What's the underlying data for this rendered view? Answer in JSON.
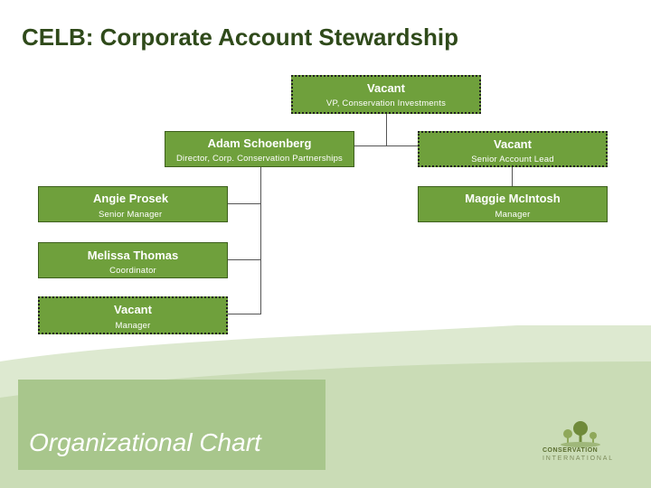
{
  "slide": {
    "title": "CELB: Corporate Account Stewardship",
    "footer_title": "Organizational Chart"
  },
  "org": {
    "vp": {
      "name": "Vacant",
      "role": "VP, Conservation Investments"
    },
    "director": {
      "name": "Adam Schoenberg",
      "role": "Director, Corp. Conservation Partnerships"
    },
    "senior_lead": {
      "name": "Vacant",
      "role": "Senior Account Lead"
    },
    "senior_manager": {
      "name": "Angie Prosek",
      "role": "Senior Manager"
    },
    "manager_mm": {
      "name": "Maggie McIntosh",
      "role": "Manager"
    },
    "coordinator": {
      "name": "Melissa Thomas",
      "role": "Coordinator"
    },
    "manager_vacant": {
      "name": "Vacant",
      "role": "Manager"
    }
  },
  "logo": {
    "line1": "CONSERVATION",
    "line2": "INTERNATIONAL"
  },
  "colors": {
    "box_fill": "#6fa03c",
    "title": "#2f4a1a",
    "band_dark": "#b7cfa0",
    "band_light": "#dde9d0"
  }
}
